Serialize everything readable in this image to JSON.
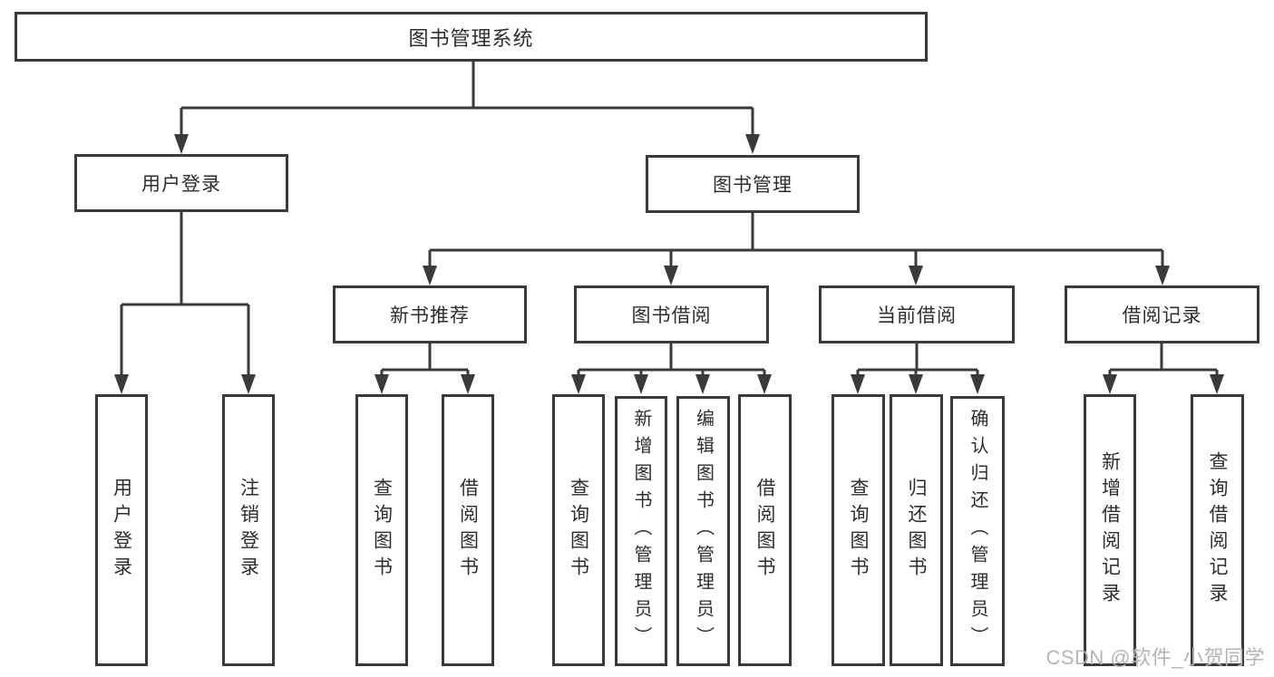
{
  "nodes": {
    "root": {
      "label": "图书管理系统"
    },
    "user_login": {
      "label": "用户登录"
    },
    "book_mgmt": {
      "label": "图书管理"
    },
    "new_book_rec": {
      "label": "新书推荐"
    },
    "book_borrow": {
      "label": "图书借阅"
    },
    "current_borrow": {
      "label": "当前借阅"
    },
    "borrow_records": {
      "label": "借阅记录"
    },
    "leaf_user_login": {
      "label": "用户登录"
    },
    "leaf_logout": {
      "label": "注销登录"
    },
    "rec_query_books": {
      "label": "查询图书"
    },
    "rec_borrow_books": {
      "label": "借阅图书"
    },
    "bb_query_books": {
      "label": "查询图书"
    },
    "bb_add_books": {
      "label": "新增图书（管理员）"
    },
    "bb_edit_books": {
      "label": "编辑图书（管理员）"
    },
    "bb_borrow_books": {
      "label": "借阅图书"
    },
    "cb_query_books": {
      "label": "查询图书"
    },
    "cb_return_books": {
      "label": "归还图书"
    },
    "cb_confirm_return": {
      "label": "确认归还（管理员）"
    },
    "br_add_record": {
      "label": "新增借阅记录"
    },
    "br_query_record": {
      "label": "查询借阅记录"
    }
  },
  "watermark": {
    "text": "CSDN @软件_小贺同学"
  },
  "colors": {
    "line": "#3a3a3a",
    "text": "#2e2e2e",
    "watermark": "#b5b5b5",
    "background": "#ffffff"
  }
}
